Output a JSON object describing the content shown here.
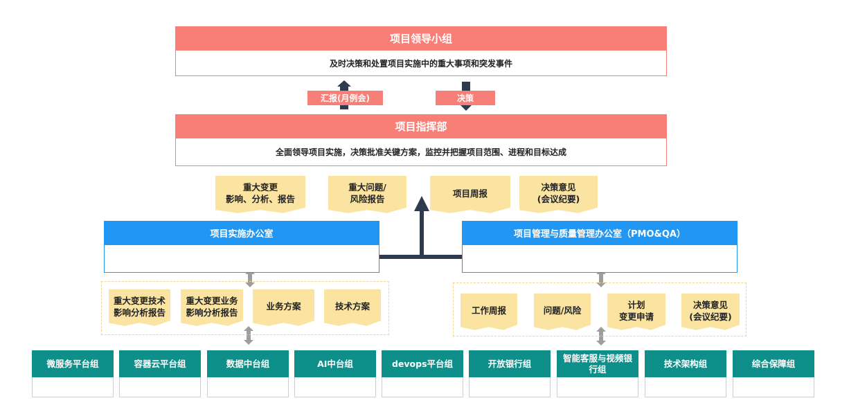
{
  "leadership": {
    "title": "项目领导小组",
    "desc": "及时决策和处置项目实施中的重大事项和突发事件"
  },
  "tags": {
    "report": "汇报(月例会)",
    "decision": "决策"
  },
  "command": {
    "title": "项目指挥部",
    "desc": "全面领导项目实施，决策批准关键方案，监控并把握项目范围、进程和目标达成"
  },
  "top_docs": [
    "重大变更\n影响、分析、报告",
    "重大问题/\n风险报告",
    "项目周报",
    "决策意见\n(会议纪要)"
  ],
  "impl_office": {
    "title": "项目实施办公室"
  },
  "pmo_office": {
    "title": "项目管理与质量管理办公室（PMO&QA）"
  },
  "left_docs": [
    "重大变更技术\n影响分析报告",
    "重大变更业务\n影响分析报告",
    "业务方案",
    "技术方案"
  ],
  "right_docs": [
    "工作周报",
    "问题/风险",
    "计划\n变更申请",
    "决策意见\n(会议纪要)"
  ],
  "teams": [
    "微服务平台组",
    "容器云平台组",
    "数据中台组",
    "AI中台组",
    "devops平台组",
    "开放银行组",
    "智能客服与视频银行组",
    "技术架构组",
    "综合保障组"
  ],
  "colors": {
    "leader_red": "#f87f77",
    "office_blue": "#2196f3",
    "note_yellow": "#fbe3a1",
    "team_teal": "#0e8f8a",
    "arrow_dark": "#2e3b4e",
    "arrow_gray": "#9e9e9e"
  }
}
